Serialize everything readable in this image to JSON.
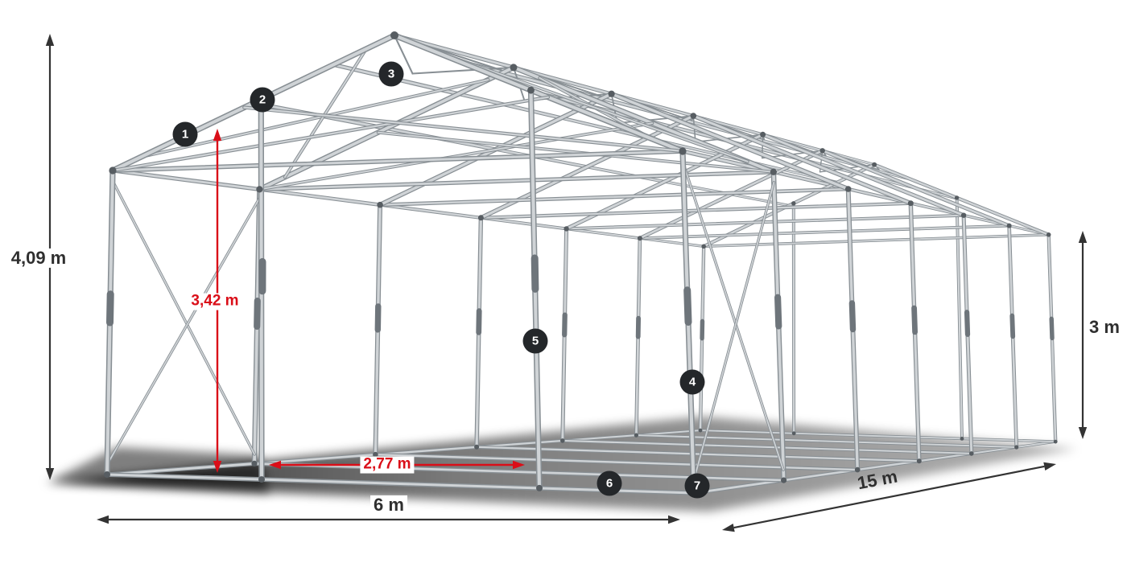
{
  "colors": {
    "frame_fill": "#cfd3d6",
    "frame_outline": "#888f94",
    "joint": "#575d62",
    "coupler": "#6e757b",
    "shadow": "#000000",
    "dimension": "#333333",
    "red": "#da0e18",
    "badge_bg": "#24272a",
    "badge_text": "#ffffff"
  },
  "dimensions": {
    "total_height": {
      "label": "4,09 m"
    },
    "ridge_clearance": {
      "label": "3,42 m"
    },
    "entrance_width": {
      "label": "2,77 m"
    },
    "width": {
      "label": "6 m"
    },
    "length": {
      "label": "15 m"
    },
    "side_height": {
      "label": "3 m"
    }
  },
  "callouts": [
    {
      "number": "1"
    },
    {
      "number": "2"
    },
    {
      "number": "3"
    },
    {
      "number": "4"
    },
    {
      "number": "5"
    },
    {
      "number": "6"
    },
    {
      "number": "7"
    }
  ]
}
